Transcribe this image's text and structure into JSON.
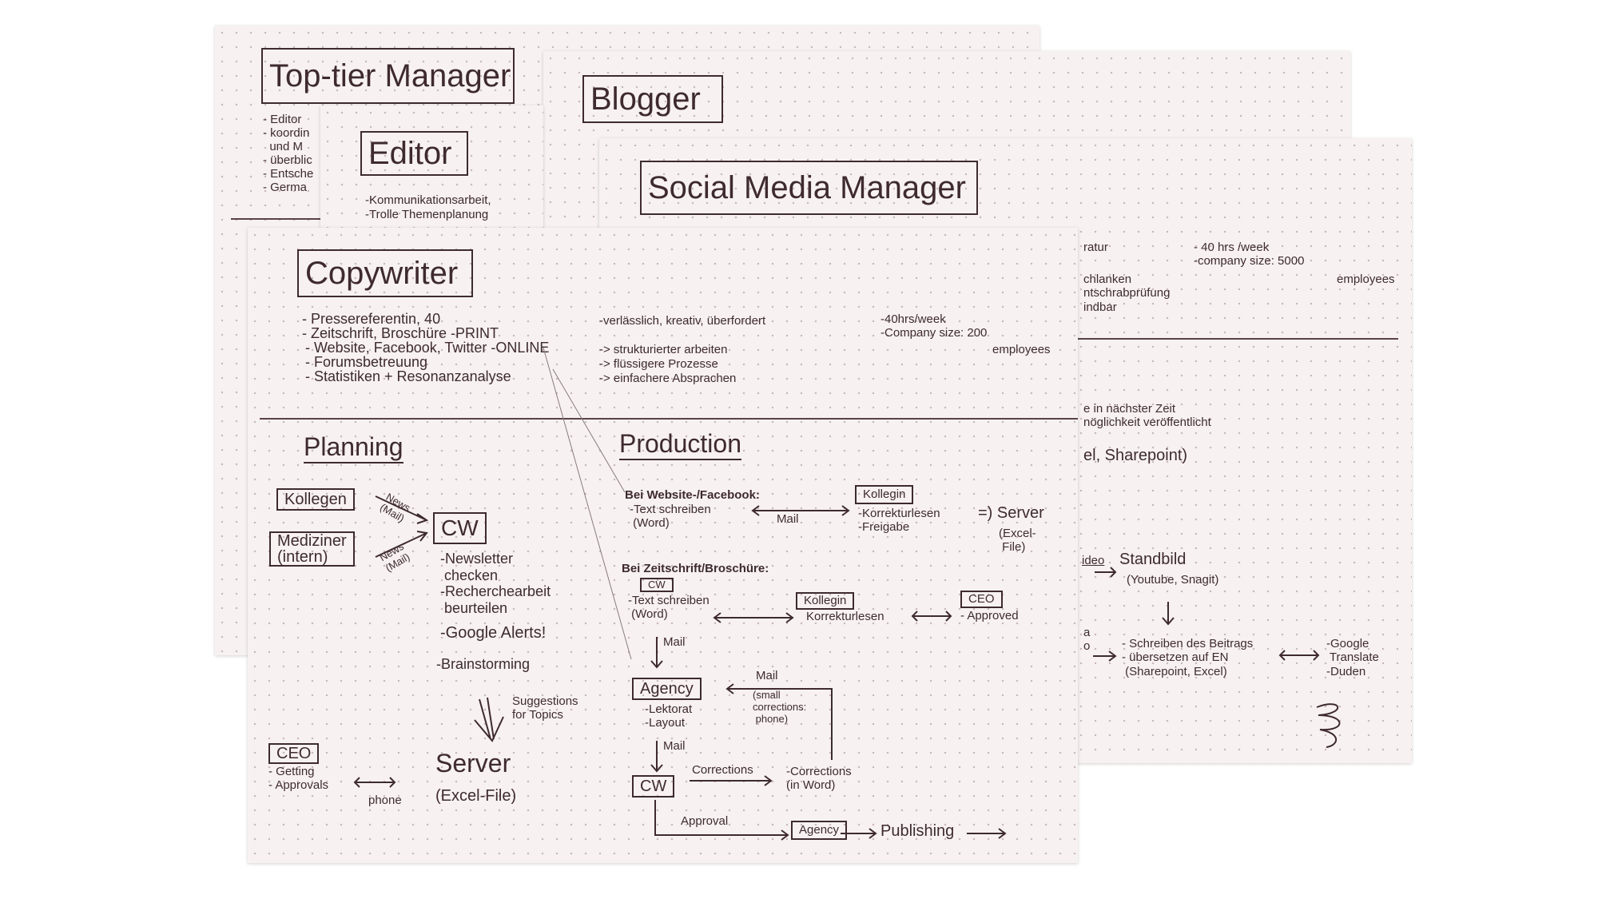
{
  "top_tier": {
    "title": "Top-tier Manager",
    "items": [
      "- Editor",
      "- koordin",
      "  und M",
      "- überblic",
      "- Entsche",
      "- Germa"
    ]
  },
  "blogger": {
    "title": "Blogger"
  },
  "editor": {
    "title": "Editor",
    "items": [
      "-Kommunikationsarbeit,",
      "-Trolle Themenplanung"
    ]
  },
  "social": {
    "title": "Social Media Manager",
    "fragments": {
      "f1": "ratur",
      "f2": "chlanken\nntschrabprüfung\nindbar",
      "hours": "- 40 hrs /week\n-company size: 5000",
      "employees": "employees",
      "f3": "e in nächster Zeit\nnöglichkeit veröffentlicht",
      "f4": "el, Sharepoint)",
      "video": "ideo",
      "standbild": "Standbild",
      "tools": "(Youtube, Snagit)",
      "f5": "a\no",
      "writing": "- Schreiben des Beitrags\n- übersetzen auf EN\n (Sharepoint, Excel)",
      "translate": "-Google\n Translate\n-Duden"
    }
  },
  "copywriter": {
    "title": "Copywriter",
    "profile": [
      "- Pressereferentin, 40",
      "- Zeitschrift, Broschüre -PRINT",
      "- Website, Facebook, Twitter -ONLINE",
      "- Forumsbetreuung",
      "- Statistiken + Resonanzanalyse"
    ],
    "traits": "-verlässlich, kreativ, überfordert",
    "goals": [
      "-> strukturierter arbeiten",
      "-> flüssigere Prozesse",
      "-> einfachere Absprachen"
    ],
    "facts": "-40hrs/week\n-Company size: 200",
    "facts_employees": "employees",
    "planning": {
      "heading": "Planning",
      "kollegen": "Kollegen",
      "mediziner": "Mediziner\n(intern)",
      "news_mail_1": "News\n(Mail)",
      "news_mail_2": "News\n(Mail)",
      "cw": "CW",
      "tasks": "-Newsletter\n checken\n-Recherchearbeit\n beurteilen",
      "google_alerts": "-Google Alerts!",
      "brainstorming": "-Brainstorming",
      "suggestions": "Suggestions\nfor Topics",
      "ceo": "CEO",
      "ceo_tasks": "- Getting\n- Approvals",
      "phone": "phone",
      "server": "Server",
      "server_file": "(Excel-File)"
    },
    "production": {
      "heading": "Production",
      "web_heading": "Bei Website-/Facebook:",
      "web_write": "-Text schreiben\n (Word)",
      "web_mail": "Mail",
      "kollegin_1": "Kollegin",
      "web_review": "-Korrekturlesen\n-Freigabe",
      "web_server": "=) Server",
      "web_server_file": "(Excel-\n File)",
      "print_heading": "Bei Zeitschrift/Broschüre:",
      "cw_small": "CW",
      "print_write": "-Text schreiben\n (Word)",
      "kollegin_2": "Kollegin",
      "print_review": "Korrekturlesen",
      "ceo": "CEO",
      "approved": "- Approved",
      "mail_down_1": "Mail",
      "agency_1": "Agency",
      "agency_tasks": "-Lektorat\n-Layout",
      "mail_back": "Mail",
      "small_corrections": "(small\ncorrections:\n phone)",
      "mail_down_2": "Mail",
      "cw": "CW",
      "corrections_arrow": "Corrections",
      "corrections": "-Corrections\n(in Word)",
      "approval": "Approval",
      "agency_2": "Agency",
      "publishing": "Publishing"
    }
  }
}
